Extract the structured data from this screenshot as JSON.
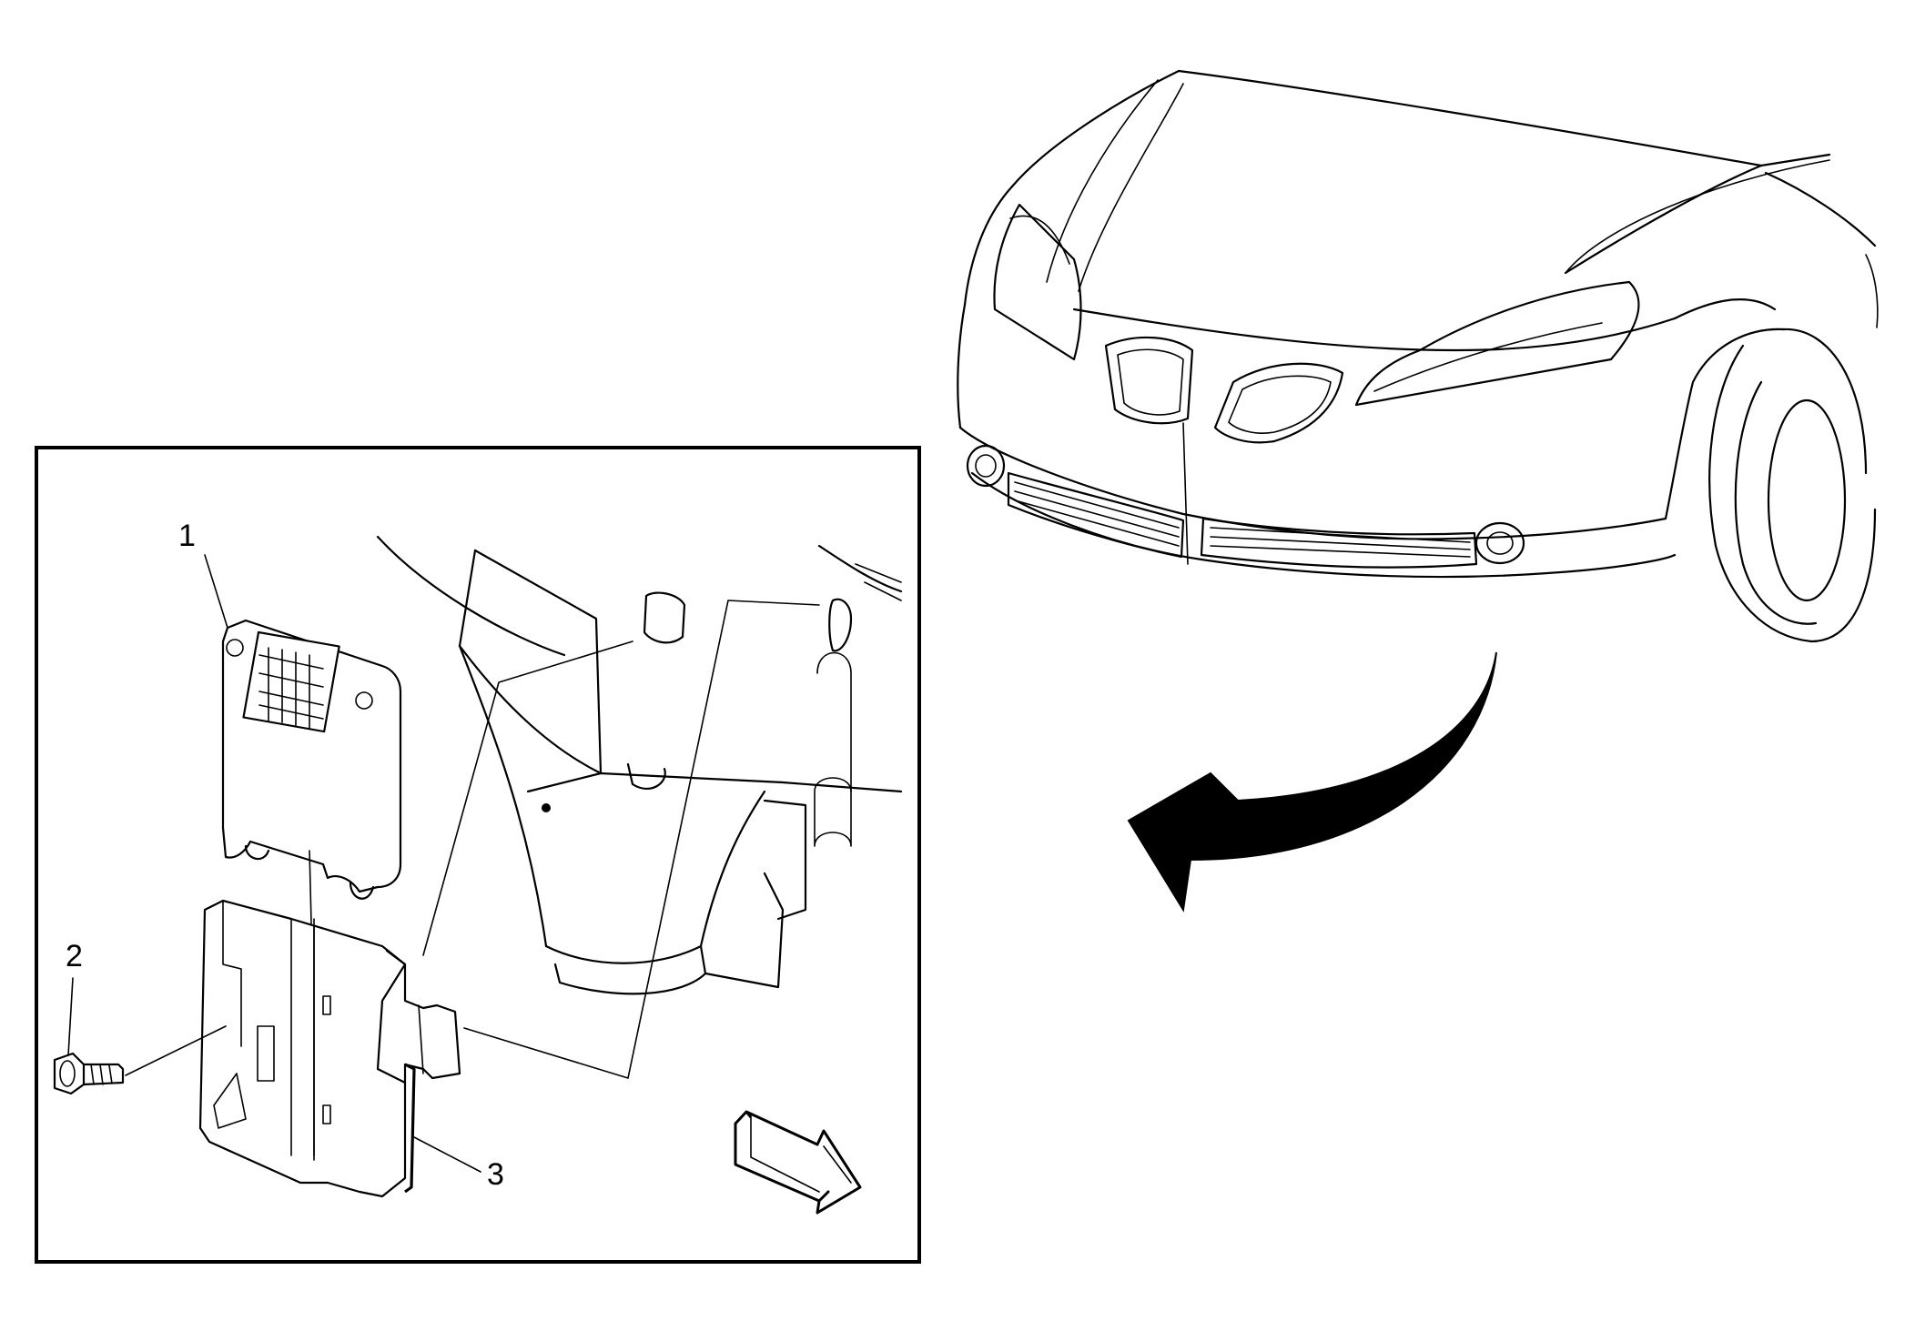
{
  "callouts": {
    "item_1": "1",
    "item_2": "2",
    "item_3": "3"
  },
  "colors": {
    "line": "#000000",
    "background": "#ffffff"
  },
  "icons": {
    "rotate_arrow": "curved-arrow-icon",
    "direction_arrow": "forward-direction-arrow-icon"
  }
}
